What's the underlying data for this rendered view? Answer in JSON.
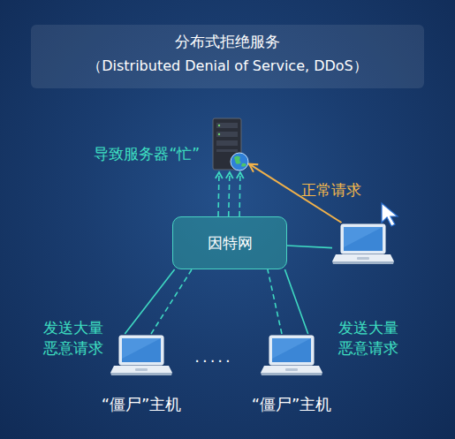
{
  "diagram": {
    "title": "分布式拒绝服务",
    "nodes": [
      {
        "text": [
          "导致服务器“忙”"
        ]
      },
      {
        "text": [
          "因特网"
        ]
      },
      {
        "text": [
          "“僵尸”主机"
        ]
      },
      {
        "text": [
          "“僵尸”主机"
        ]
      },
      {
        "text": []
      }
    ],
    "edges": [
      {
        "from": 1,
        "to": 0,
        "arrow": "to"
      },
      {
        "from": 1,
        "to": 0,
        "arrow": "to"
      },
      {
        "from": 1,
        "to": 0,
        "arrow": "to"
      },
      {
        "from": 2,
        "to": 1,
        "arrow": "none",
        "label": "发送大量 恶意请求"
      },
      {
        "from": 1,
        "to": 2,
        "arrow": "none"
      },
      {
        "from": 3,
        "to": 1,
        "arrow": "none",
        "label": "发送大量 恶意请求"
      },
      {
        "from": 1,
        "to": 3,
        "arrow": "none"
      },
      {
        "from": 4,
        "to": 1,
        "arrow": "none"
      },
      {
        "from": 4,
        "to": 0,
        "arrow": "to",
        "label": "正常请求"
      }
    ],
    "labels": [
      "（Distributed Denial of Service, DDoS）",
      "·····"
    ]
  }
}
